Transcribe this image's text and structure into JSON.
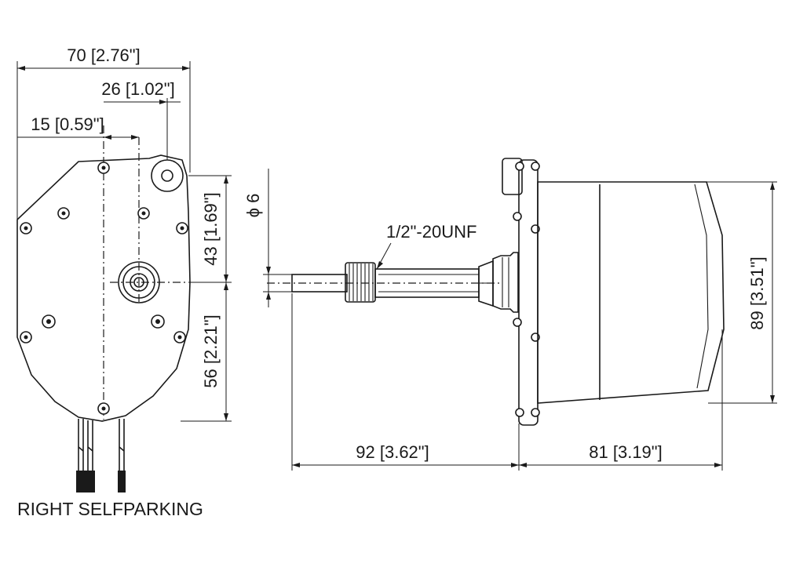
{
  "dimensions": {
    "overall_width": "70 [2.76\"]",
    "spindle_offset": "26 [1.02\"]",
    "mount_offset": "15 [0.59\"]",
    "upper_height": "43 [1.69\"]",
    "lower_height": "56 [2.21\"]",
    "shaft_diameter": "ϕ 6",
    "thread_spec": "1/2\"-20UNF",
    "shaft_length": "92 [3.62\"]",
    "motor_length": "81 [3.19\"]",
    "motor_height": "89 [3.51\"]"
  },
  "caption": "RIGHT SELFPARKING"
}
